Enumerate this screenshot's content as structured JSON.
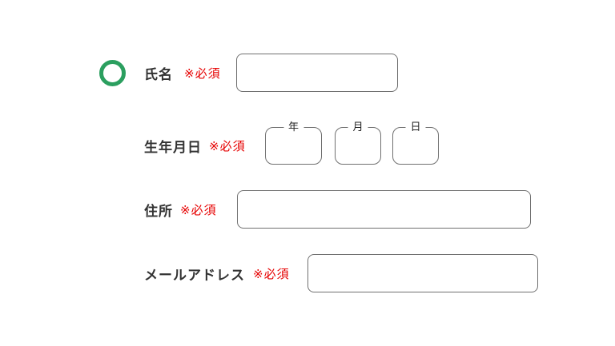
{
  "theme": {
    "background": "#ffffff",
    "ring_green": "#2b9f5f",
    "required_red": "#e60000",
    "border_gray": "#707070",
    "label_color": "#333333"
  },
  "form": {
    "name": {
      "label": "氏名",
      "required": "※必須",
      "value": ""
    },
    "birthdate": {
      "label": "生年月日",
      "required": "※必須",
      "year": {
        "unit": "年",
        "value": ""
      },
      "month": {
        "unit": "月",
        "value": ""
      },
      "day": {
        "unit": "日",
        "value": ""
      }
    },
    "address": {
      "label": "住所",
      "required": "※必須",
      "value": ""
    },
    "email": {
      "label": "メールアドレス",
      "required": "※必須",
      "value": ""
    }
  },
  "icons": {
    "status_circle": "green-ring"
  }
}
